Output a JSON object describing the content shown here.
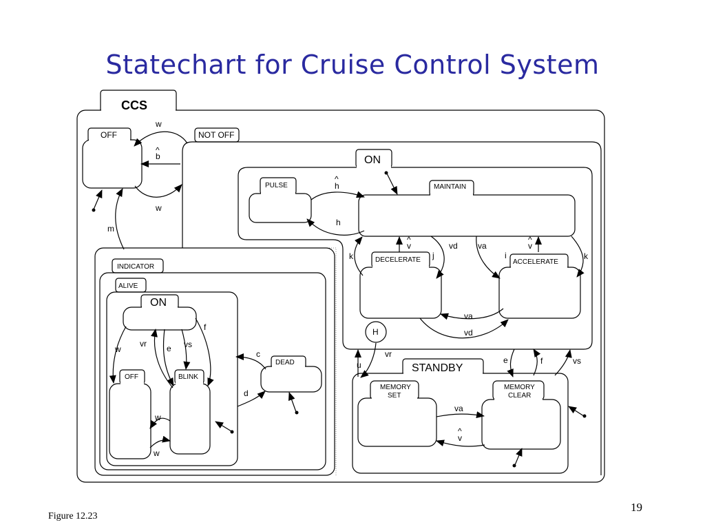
{
  "title": "Statechart for Cruise Control System",
  "figure_caption": "Figure 12.23",
  "page_number": "19",
  "states": {
    "ccs": "CCS",
    "off": "OFF",
    "not_off": "NOT OFF",
    "on": "ON",
    "pulse": "PULSE",
    "maintain": "MAINTAIN",
    "decelerate": "DECELERATE",
    "accelerate": "ACCELERATE",
    "history": "H",
    "standby": "STANDBY",
    "memory_set_1": "MEMORY",
    "memory_set_2": "SET",
    "memory_clear_1": "MEMORY",
    "memory_clear_2": "CLEAR",
    "indicator": "INDICATOR",
    "alive": "ALIVE",
    "ind_on": "ON",
    "ind_off": "OFF",
    "blink": "BLINK",
    "dead": "DEAD"
  },
  "transitions": {
    "w_top": "w",
    "b_hat": "^",
    "b": "b",
    "w_bottom": "w",
    "m": "m",
    "h_hat": "^",
    "h_top": "h",
    "h_bottom": "h",
    "k_left": "k",
    "v_hat_left": "^",
    "v_left": "v",
    "j": "j",
    "vd_top": "vd",
    "va_top": "va",
    "i": "i",
    "v_hat_right": "^",
    "v_right": "v",
    "k_right": "k",
    "va_mid": "va",
    "vd_mid": "vd",
    "u_hat": "^",
    "u": "u",
    "vr_right": "vr",
    "e_right": "e",
    "f_right": "f",
    "vs_right": "vs",
    "va_standby": "va",
    "v_hat_standby": "^",
    "v_standby": "v",
    "w_ind": "w",
    "vr_ind": "vr",
    "e_ind": "e",
    "vs_ind": "vs",
    "f_ind": "f",
    "c": "c",
    "d": "d",
    "w_blink_top": "w",
    "w_blink_bottom": "w"
  }
}
